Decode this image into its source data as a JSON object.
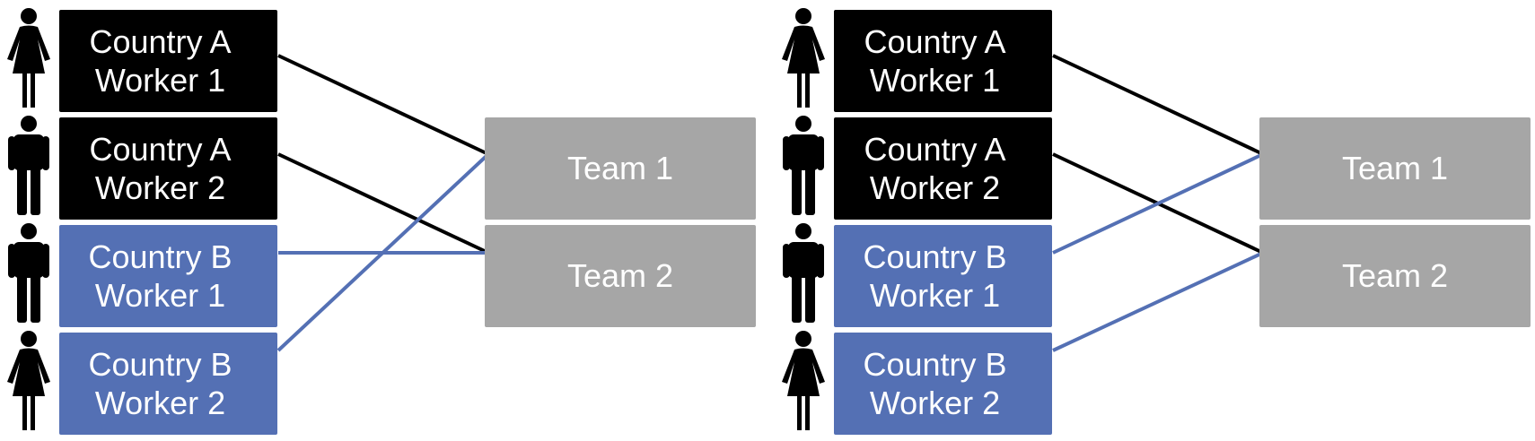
{
  "colors": {
    "country_a": "#000000",
    "country_b": "#5470b4",
    "team": "#a6a6a6",
    "text": "#ffffff",
    "icon": "#000000"
  },
  "panels": [
    {
      "workers": [
        {
          "line1": "Country A",
          "line2": "Worker 1",
          "country": "A",
          "icon": "female-person-icon"
        },
        {
          "line1": "Country A",
          "line2": "Worker 2",
          "country": "A",
          "icon": "male-person-icon"
        },
        {
          "line1": "Country B",
          "line2": "Worker 1",
          "country": "B",
          "icon": "male-person-icon"
        },
        {
          "line1": "Country B",
          "line2": "Worker 2",
          "country": "B",
          "icon": "female-person-icon"
        }
      ],
      "teams": [
        {
          "label": "Team 1"
        },
        {
          "label": "Team 2"
        }
      ],
      "assignments": [
        {
          "worker": 0,
          "team": 0
        },
        {
          "worker": 1,
          "team": 1
        },
        {
          "worker": 2,
          "team": 1
        },
        {
          "worker": 3,
          "team": 0
        }
      ]
    },
    {
      "workers": [
        {
          "line1": "Country A",
          "line2": "Worker 1",
          "country": "A",
          "icon": "female-person-icon"
        },
        {
          "line1": "Country A",
          "line2": "Worker 2",
          "country": "A",
          "icon": "male-person-icon"
        },
        {
          "line1": "Country B",
          "line2": "Worker 1",
          "country": "B",
          "icon": "male-person-icon"
        },
        {
          "line1": "Country B",
          "line2": "Worker 2",
          "country": "B",
          "icon": "female-person-icon"
        }
      ],
      "teams": [
        {
          "label": "Team 1"
        },
        {
          "label": "Team 2"
        }
      ],
      "assignments": [
        {
          "worker": 0,
          "team": 0
        },
        {
          "worker": 1,
          "team": 1
        },
        {
          "worker": 2,
          "team": 0
        },
        {
          "worker": 3,
          "team": 1
        }
      ]
    }
  ]
}
